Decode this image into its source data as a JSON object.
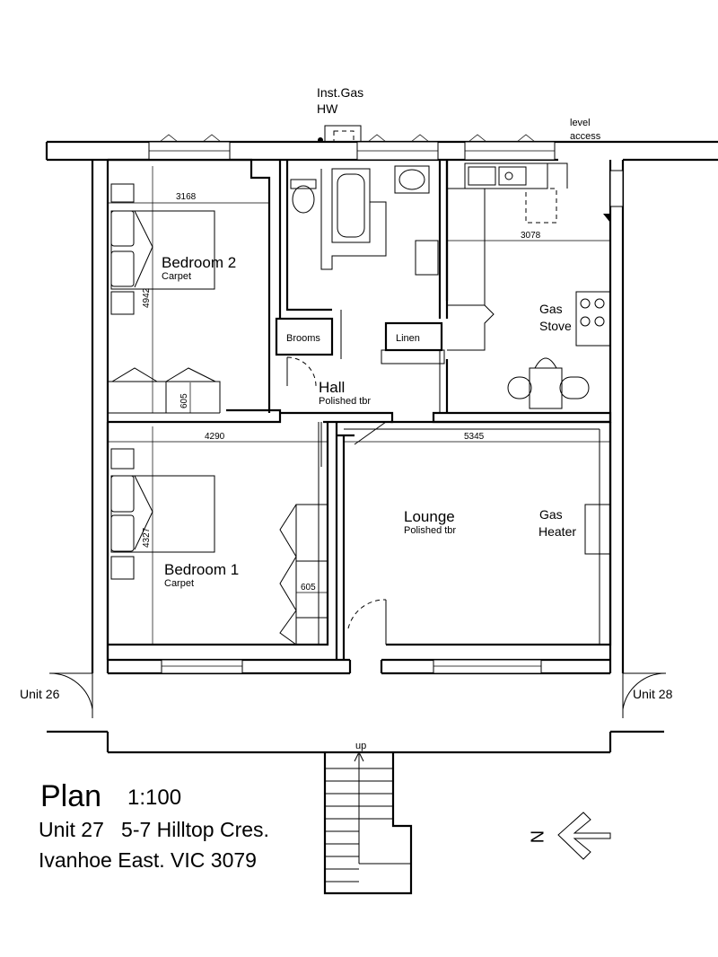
{
  "rooms": {
    "bedroom2": {
      "name": "Bedroom 2",
      "floor": "Carpet"
    },
    "bedroom1": {
      "name": "Bedroom 1",
      "floor": "Carpet"
    },
    "hall": {
      "name": "Hall",
      "floor": "Polished tbr"
    },
    "lounge": {
      "name": "Lounge",
      "floor": "Polished tbr"
    }
  },
  "fixtures": {
    "brooms": "Brooms",
    "linen": "Linen",
    "gas_stove_1": "Gas",
    "gas_stove_2": "Stove",
    "gas_heater_1": "Gas",
    "gas_heater_2": "Heater",
    "inst_gas_1": "Inst.Gas",
    "inst_gas_2": "HW",
    "level_access_1": "level",
    "level_access_2": "access",
    "stairs_up": "up"
  },
  "dimensions": {
    "bedroom2_width": "3168",
    "bedroom2_depth": "4942",
    "bedroom2_robe": "605",
    "kitchen_width": "3078",
    "bedroom1_width": "4290",
    "bedroom1_depth": "4327",
    "bedroom1_robe": "605",
    "lounge_width": "5345"
  },
  "neighbours": {
    "left": "Unit 26",
    "right": "Unit 28"
  },
  "title": {
    "plan": "Plan",
    "scale": "1:100",
    "line1": "Unit 27   5-7 Hilltop Cres.",
    "line2": "Ivanhoe East. VIC 3079"
  },
  "north": {
    "letter": "N"
  }
}
